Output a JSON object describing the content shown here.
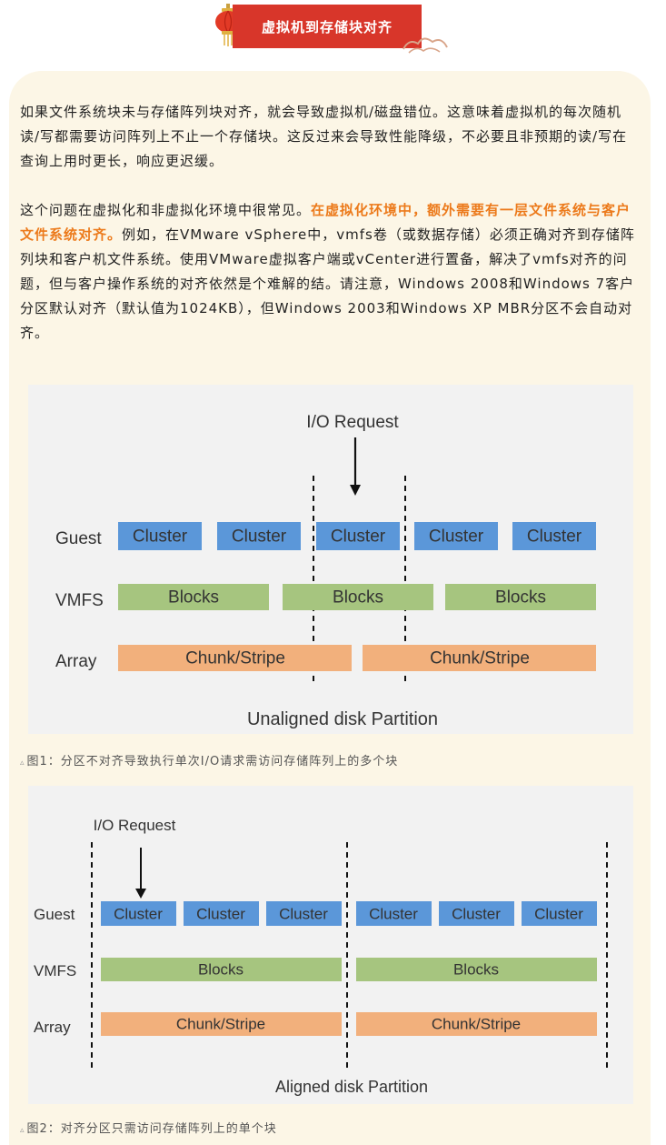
{
  "header": {
    "title": "虚拟机到存储块对齐"
  },
  "paragraphs": {
    "p1": "如果文件系统块未与存储阵列块对齐，就会导致虚拟机/磁盘错位。这意味着虚拟机的每次随机读/写都需要访问阵列上不止一个存储块。这反过来会导致性能降级，不必要且非预期的读/写在查询上用时更长，响应更迟缓。",
    "p2_pre": "这个问题在虚拟化和非虚拟化环境中很常见。",
    "p2_highlight": "在虚拟化环境中，额外需要有一层文件系统与客户文件系统对齐。",
    "p2_post": "例如，在VMware vSphere中，vmfs卷（或数据存储）必须正确对齐到存储阵列块和客户机文件系统。使用VMware虚拟客户端或vCenter进行置备，解决了vmfs对齐的问题，但与客户操作系统的对齐依然是个难解的结。请注意，Windows 2008和Windows 7客户分区默认对齐（默认值为1024KB），但Windows 2003和Windows XP MBR分区不会自动对齐。"
  },
  "figure1": {
    "io_label": "I/O Request",
    "rows": {
      "guest": "Guest",
      "vmfs": "VMFS",
      "array": "Array"
    },
    "clusters": [
      "Cluster",
      "Cluster",
      "Cluster",
      "Cluster",
      "Cluster"
    ],
    "blocks": [
      "Blocks",
      "Blocks",
      "Blocks"
    ],
    "chunks": [
      "Chunk/Stripe",
      "Chunk/Stripe"
    ],
    "title": "Unaligned disk Partition",
    "caption": "图1：分区不对齐导致执行单次I/O请求需访问存储阵列上的多个块"
  },
  "figure2": {
    "io_label": "I/O Request",
    "rows": {
      "guest": "Guest",
      "vmfs": "VMFS",
      "array": "Array"
    },
    "clusters": [
      "Cluster",
      "Cluster",
      "Cluster",
      "Cluster",
      "Cluster",
      "Cluster"
    ],
    "blocks": [
      "Blocks",
      "Blocks"
    ],
    "chunks": [
      "Chunk/Stripe",
      "Chunk/Stripe"
    ],
    "title": "Aligned disk Partition",
    "caption": "图2：对齐分区只需访问存储阵列上的单个块"
  },
  "colors": {
    "banner": "#d8362a",
    "card_bg": "#fcf6e6",
    "highlight": "#ec7a1b",
    "cluster": "#5b97d9",
    "blocks": "#a6c57f",
    "chunk": "#f2b07c",
    "figure_bg": "#f2f2f2"
  },
  "icons": {
    "lantern": "lantern-icon",
    "cloud": "cloud-ornament-icon",
    "caption_marker": "triangle-icon"
  }
}
